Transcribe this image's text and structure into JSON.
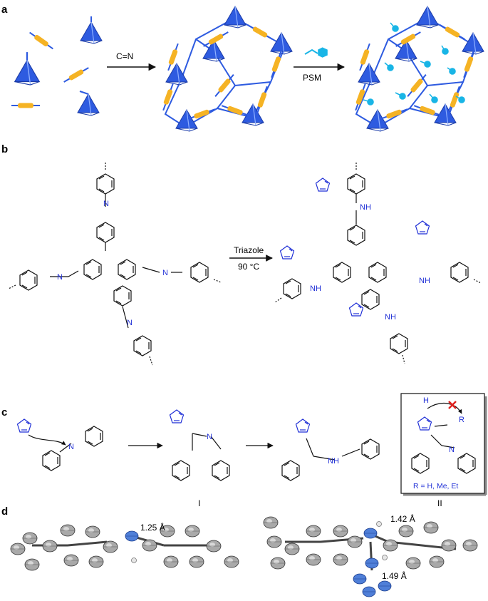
{
  "panels": {
    "a": {
      "label": "a",
      "step1": "C=N",
      "step2": "PSM"
    },
    "b": {
      "label": "b",
      "reagent": "Triazole",
      "condition": "90 °C"
    },
    "c": {
      "label": "c",
      "intermediate1": "I",
      "intermediate2": "II",
      "box_note": "R = H, Me, Et",
      "box_r": "R",
      "box_h": "H"
    },
    "d": {
      "label": "d",
      "bond1": "1.25 Å",
      "bond2": "1.42 Å",
      "bond3": "1.49 Å"
    }
  },
  "atoms": {
    "N": "N",
    "NH": "NH",
    "Nminus": "N",
    "Nplus": "N"
  },
  "colors": {
    "framework_blue": "#2e5be0",
    "linker_orange": "#f5b324",
    "psm_cyan": "#19b5e6",
    "heteroatom_blue": "#1f2fd6",
    "arrow_red": "#e0221f",
    "ortep_gray": "#a9a9a9",
    "ortep_blue": "#4f7fd8"
  }
}
